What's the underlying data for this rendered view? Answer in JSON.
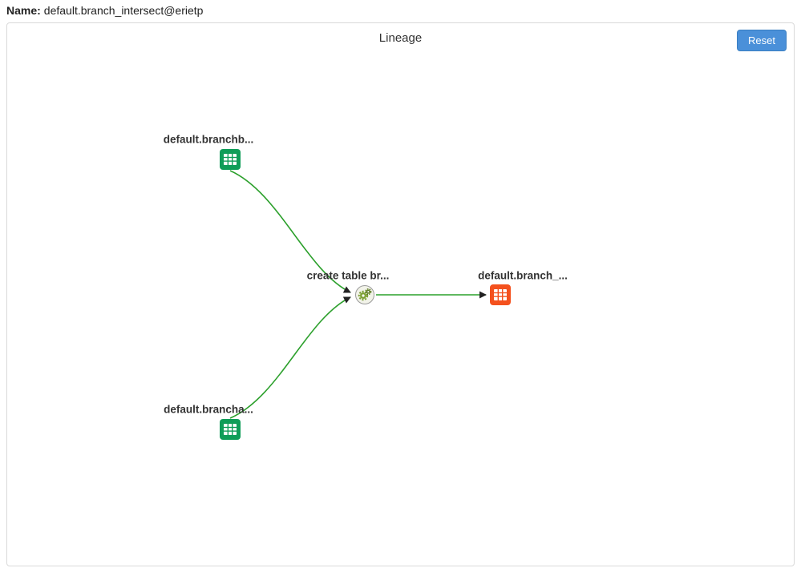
{
  "header": {
    "name_label": "Name:",
    "name_value": "default.branch_intersect@erietp"
  },
  "panel": {
    "title": "Lineage",
    "reset_label": "Reset"
  },
  "graph": {
    "nodes": [
      {
        "id": "branchb",
        "label": "default.branchb...",
        "type": "table",
        "color": "green"
      },
      {
        "id": "brancha",
        "label": "default.brancha...",
        "type": "table",
        "color": "green"
      },
      {
        "id": "process",
        "label": "create table br...",
        "type": "process",
        "color": "olive"
      },
      {
        "id": "output",
        "label": "default.branch_...",
        "type": "table",
        "color": "orange"
      }
    ],
    "edges": [
      {
        "from": "default.branchb...",
        "to": "create table br..."
      },
      {
        "from": "default.brancha...",
        "to": "create table br..."
      },
      {
        "from": "create table br...",
        "to": "default.branch_..."
      }
    ]
  },
  "colors": {
    "green": "#0f9d58",
    "orange": "#f4511e",
    "edge": "#2ca02c",
    "arrow": "#222222",
    "accent": "#4a90d9"
  }
}
